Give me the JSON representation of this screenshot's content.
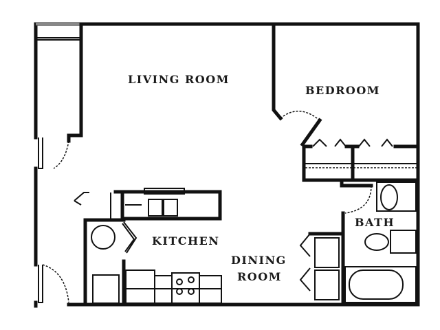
{
  "rooms": {
    "living_room": "LIVING ROOM",
    "bedroom": "BEDROOM",
    "kitchen": "KITCHEN",
    "dining_line1": "DINING",
    "dining_line2": "ROOM",
    "bath": "BATH"
  },
  "colors": {
    "line": "#111111",
    "background": "#ffffff"
  }
}
